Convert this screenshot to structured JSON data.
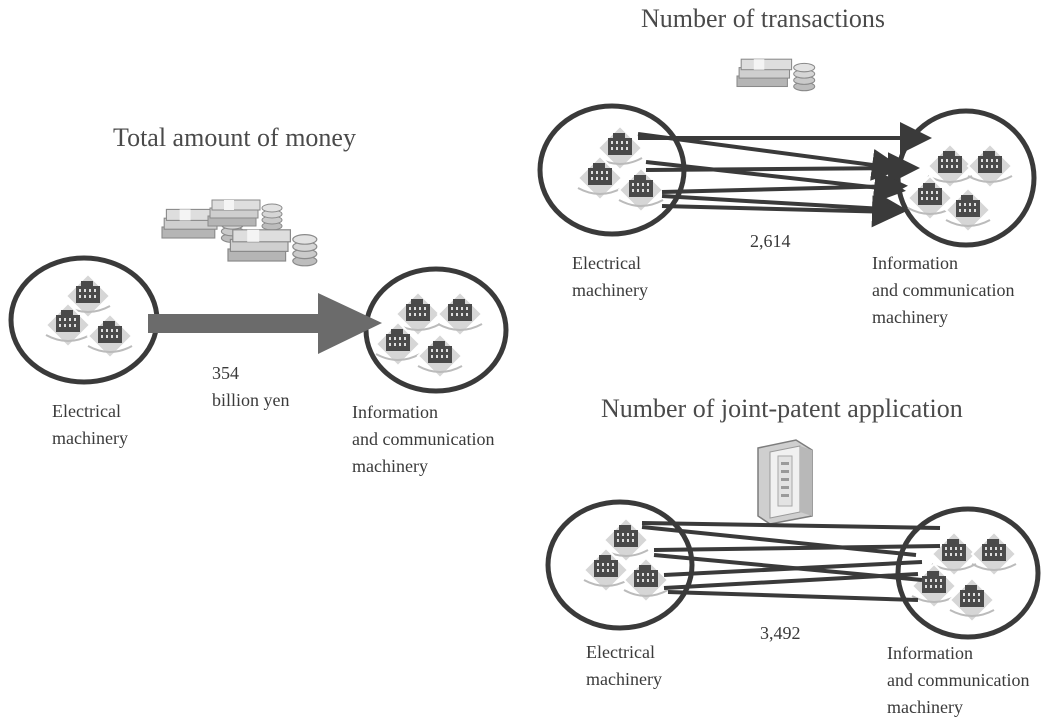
{
  "panels": {
    "money": {
      "title": "Total amount of money",
      "value_line1": "354",
      "value_line2": "billion yen",
      "source_line1": "Electrical",
      "source_line2": "machinery",
      "target_line1": "Information",
      "target_line2": "and communication",
      "target_line3": "machinery"
    },
    "transactions": {
      "title": "Number of transactions",
      "value": "2,614",
      "source_line1": "Electrical",
      "source_line2": "machinery",
      "target_line1": "Information",
      "target_line2": "and communication",
      "target_line3": "machinery"
    },
    "patents": {
      "title": "Number of joint-patent application",
      "value": "3,492",
      "source_line1": "Electrical",
      "source_line2": "machinery",
      "target_line1": "Information",
      "target_line2": "and communication",
      "target_line3": "machinery"
    }
  },
  "colors": {
    "ink": "#3a3a3a",
    "arrow": "#6b6b6b",
    "building": "#4a4a4a",
    "tile": "#d4d4d4"
  },
  "icons": [
    "building-icon",
    "money-stack-icon",
    "file-folder-icon"
  ]
}
